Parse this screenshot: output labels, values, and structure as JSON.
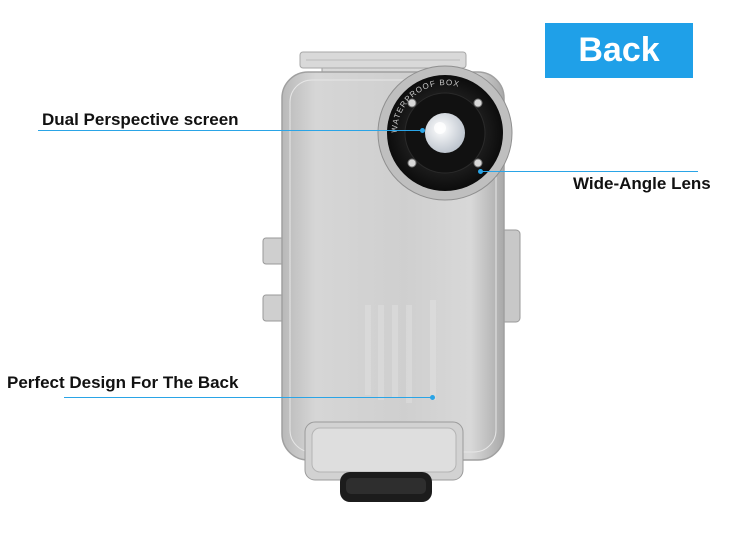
{
  "badge": {
    "label": "Back"
  },
  "callouts": {
    "dual_perspective": "Dual Perspective screen",
    "wide_angle": "Wide-Angle Lens",
    "perfect_design": "Perfect Design For The Back"
  },
  "lens_ring_text": "WATERPROOF BOX ",
  "colors": {
    "accent": "#1fa0e8",
    "case": "#c9c9c9",
    "lens": "#1e1e1e"
  }
}
